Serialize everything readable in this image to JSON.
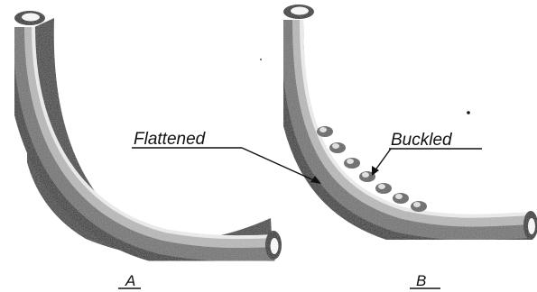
{
  "figure": {
    "panel_a": {
      "caption": "A"
    },
    "panel_b": {
      "caption": "B",
      "callout_flattened": "Flattened",
      "callout_buckled": "Buckled"
    }
  },
  "colors": {
    "ink": "#111111",
    "tube_dark": "#3a3a3a",
    "tube_mid": "#8a8a8a",
    "tube_light": "#f2f2f2",
    "background": "#ffffff"
  }
}
